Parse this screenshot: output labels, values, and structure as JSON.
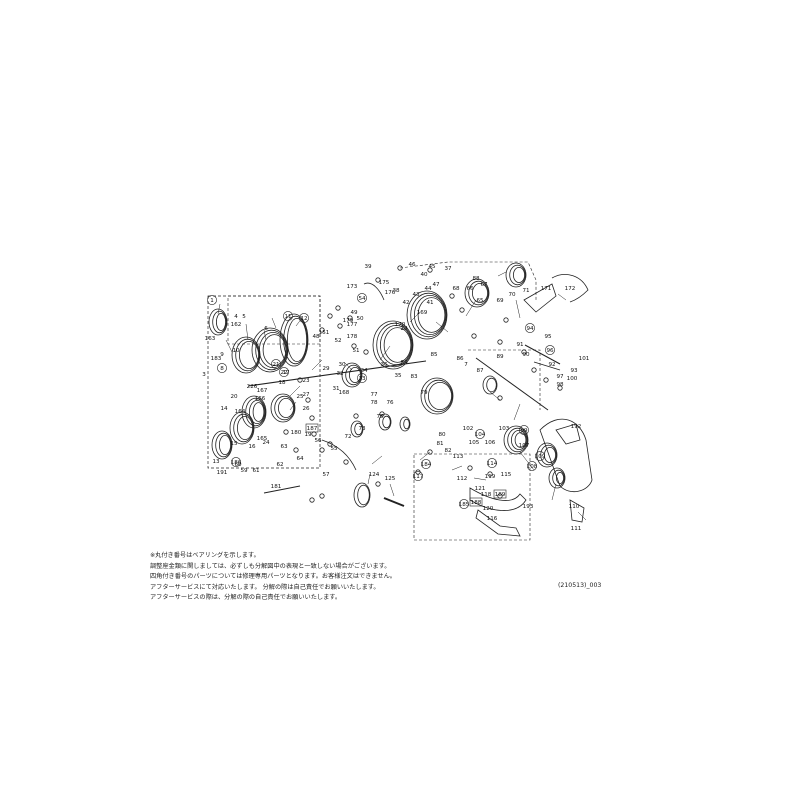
{
  "notes": {
    "lines": [
      "※丸付き番号はベアリングを示します。",
      "調整座金類に関しましては、必ずしも分解図中の表現と一致しない場合がございます。",
      "四角付き番号のパーツについては修理専用パーツとなります。お客様注文はできません。",
      "アフターサービスにて対応いたします。 分解の際は自己責任でお願いいたします。",
      "アフターサービスの際は、分解の際の自己責任でお願いいたします。"
    ],
    "doc_code": "(210513)_003"
  },
  "colors": {
    "line": "#222222",
    "label": "#111111",
    "background": "#ffffff"
  },
  "part_numbers": [
    "1",
    "3",
    "4",
    "5",
    "6",
    "7",
    "8",
    "9",
    "10",
    "11",
    "12",
    "13",
    "14",
    "15",
    "16",
    "17",
    "18",
    "19",
    "20",
    "21",
    "22",
    "23",
    "24",
    "25",
    "26",
    "27",
    "28",
    "29",
    "30",
    "31",
    "32",
    "33",
    "34",
    "35",
    "36",
    "37",
    "38",
    "39",
    "40",
    "41",
    "42",
    "43",
    "44",
    "45",
    "46",
    "47",
    "48",
    "49",
    "50",
    "51",
    "52",
    "54",
    "55",
    "56",
    "57",
    "59",
    "60",
    "61",
    "62",
    "63",
    "64",
    "65",
    "66",
    "67",
    "68",
    "69",
    "70",
    "71",
    "72",
    "73",
    "75",
    "76",
    "77",
    "78",
    "79",
    "80",
    "81",
    "82",
    "83",
    "84",
    "85",
    "86",
    "87",
    "88",
    "89",
    "90",
    "91",
    "92",
    "93",
    "94",
    "95",
    "96",
    "97",
    "98",
    "99",
    "100",
    "101",
    "102",
    "103",
    "104",
    "105",
    "106",
    "107",
    "108",
    "109",
    "110",
    "111",
    "112",
    "113",
    "114",
    "115",
    "116",
    "117",
    "118",
    "119",
    "120",
    "121",
    "124",
    "125",
    "151",
    "162",
    "163",
    "164",
    "165",
    "166",
    "167",
    "168",
    "169",
    "170",
    "171",
    "172",
    "173",
    "175",
    "176",
    "177",
    "178",
    "179",
    "180",
    "181",
    "183",
    "184",
    "185",
    "186",
    "187",
    "188",
    "189",
    "191",
    "192",
    "193",
    "226"
  ],
  "bearing_parts": [
    "1",
    "8",
    "11",
    "12",
    "21",
    "22",
    "33",
    "54",
    "74",
    "94",
    "96",
    "99",
    "104",
    "108",
    "109",
    "114",
    "117",
    "184",
    "185",
    "186"
  ],
  "repair_only_parts": [
    "187",
    "188",
    "189"
  ]
}
